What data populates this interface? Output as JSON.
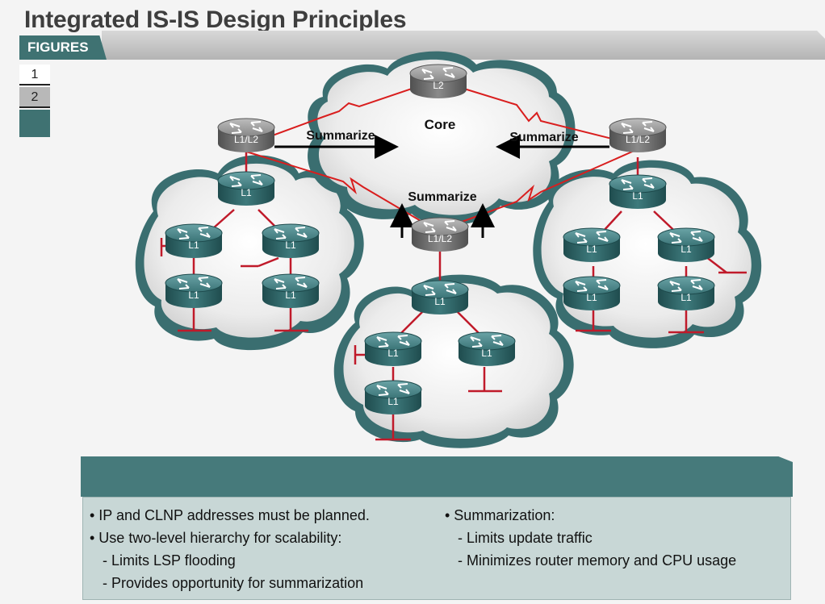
{
  "title": "Integrated IS-IS Design Principles",
  "figures_label": "FIGURES",
  "figure_tabs": [
    "1",
    "2"
  ],
  "diagram": {
    "core_label": "Core",
    "summarize_label": "Summarize",
    "routers": {
      "core": "L2",
      "left_border": "L1/L2",
      "right_border": "L1/L2",
      "bottom_border": "L1/L2",
      "level1": "L1"
    }
  },
  "bullets_left": [
    {
      "text": "• IP and CLNP addresses must be planned.",
      "sub": false
    },
    {
      "text": "• Use two-level hierarchy for scalability:",
      "sub": false
    },
    {
      "text": "- Limits LSP flooding",
      "sub": true
    },
    {
      "text": "- Provides opportunity for summarization",
      "sub": true
    }
  ],
  "bullets_right": [
    {
      "text": "• Summarization:",
      "sub": false
    },
    {
      "text": "- Limits update traffic",
      "sub": true
    },
    {
      "text": "- Minimizes router memory and CPU usage",
      "sub": true
    }
  ],
  "colors": {
    "teal": "#3f7272",
    "panel_bg": "#c8d7d6",
    "link_red": "#d91e1e",
    "router_teal": "#2f6466",
    "router_gray": "#6e6e6e"
  }
}
